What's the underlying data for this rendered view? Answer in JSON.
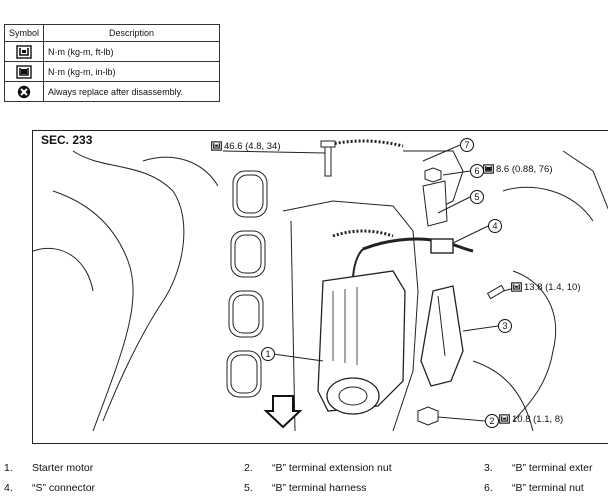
{
  "legend": {
    "header_symbol": "Symbol",
    "header_description": "Description",
    "rows": [
      {
        "icon": "torque-wrench-ftlb-icon",
        "description": "N·m (kg-m, ft-lb)"
      },
      {
        "icon": "torque-wrench-inlb-icon",
        "description": "N·m (kg-m, in-lb)"
      },
      {
        "icon": "always-replace-icon",
        "description": "Always replace after disassembly."
      }
    ]
  },
  "diagram": {
    "section_label": "SEC. 233",
    "callouts": {
      "bolt_top": "46.6 (4.8, 34)",
      "nut_6": "8.6 (0.88, 76)",
      "bolt_right": "13.8 (1.4, 10)",
      "nut_2": "10.8 (1.1, 8)"
    },
    "numbers": [
      "1",
      "2",
      "3",
      "4",
      "5",
      "6",
      "7"
    ]
  },
  "parts": [
    {
      "num": "1.",
      "name": "Starter motor"
    },
    {
      "num": "2.",
      "name": "“B” terminal extension nut"
    },
    {
      "num": "3.",
      "name": "“B” terminal exter"
    },
    {
      "num": "4.",
      "name": "“S” connector"
    },
    {
      "num": "5.",
      "name": "“B” terminal harness"
    },
    {
      "num": "6.",
      "name": "“B” terminal nut"
    }
  ]
}
